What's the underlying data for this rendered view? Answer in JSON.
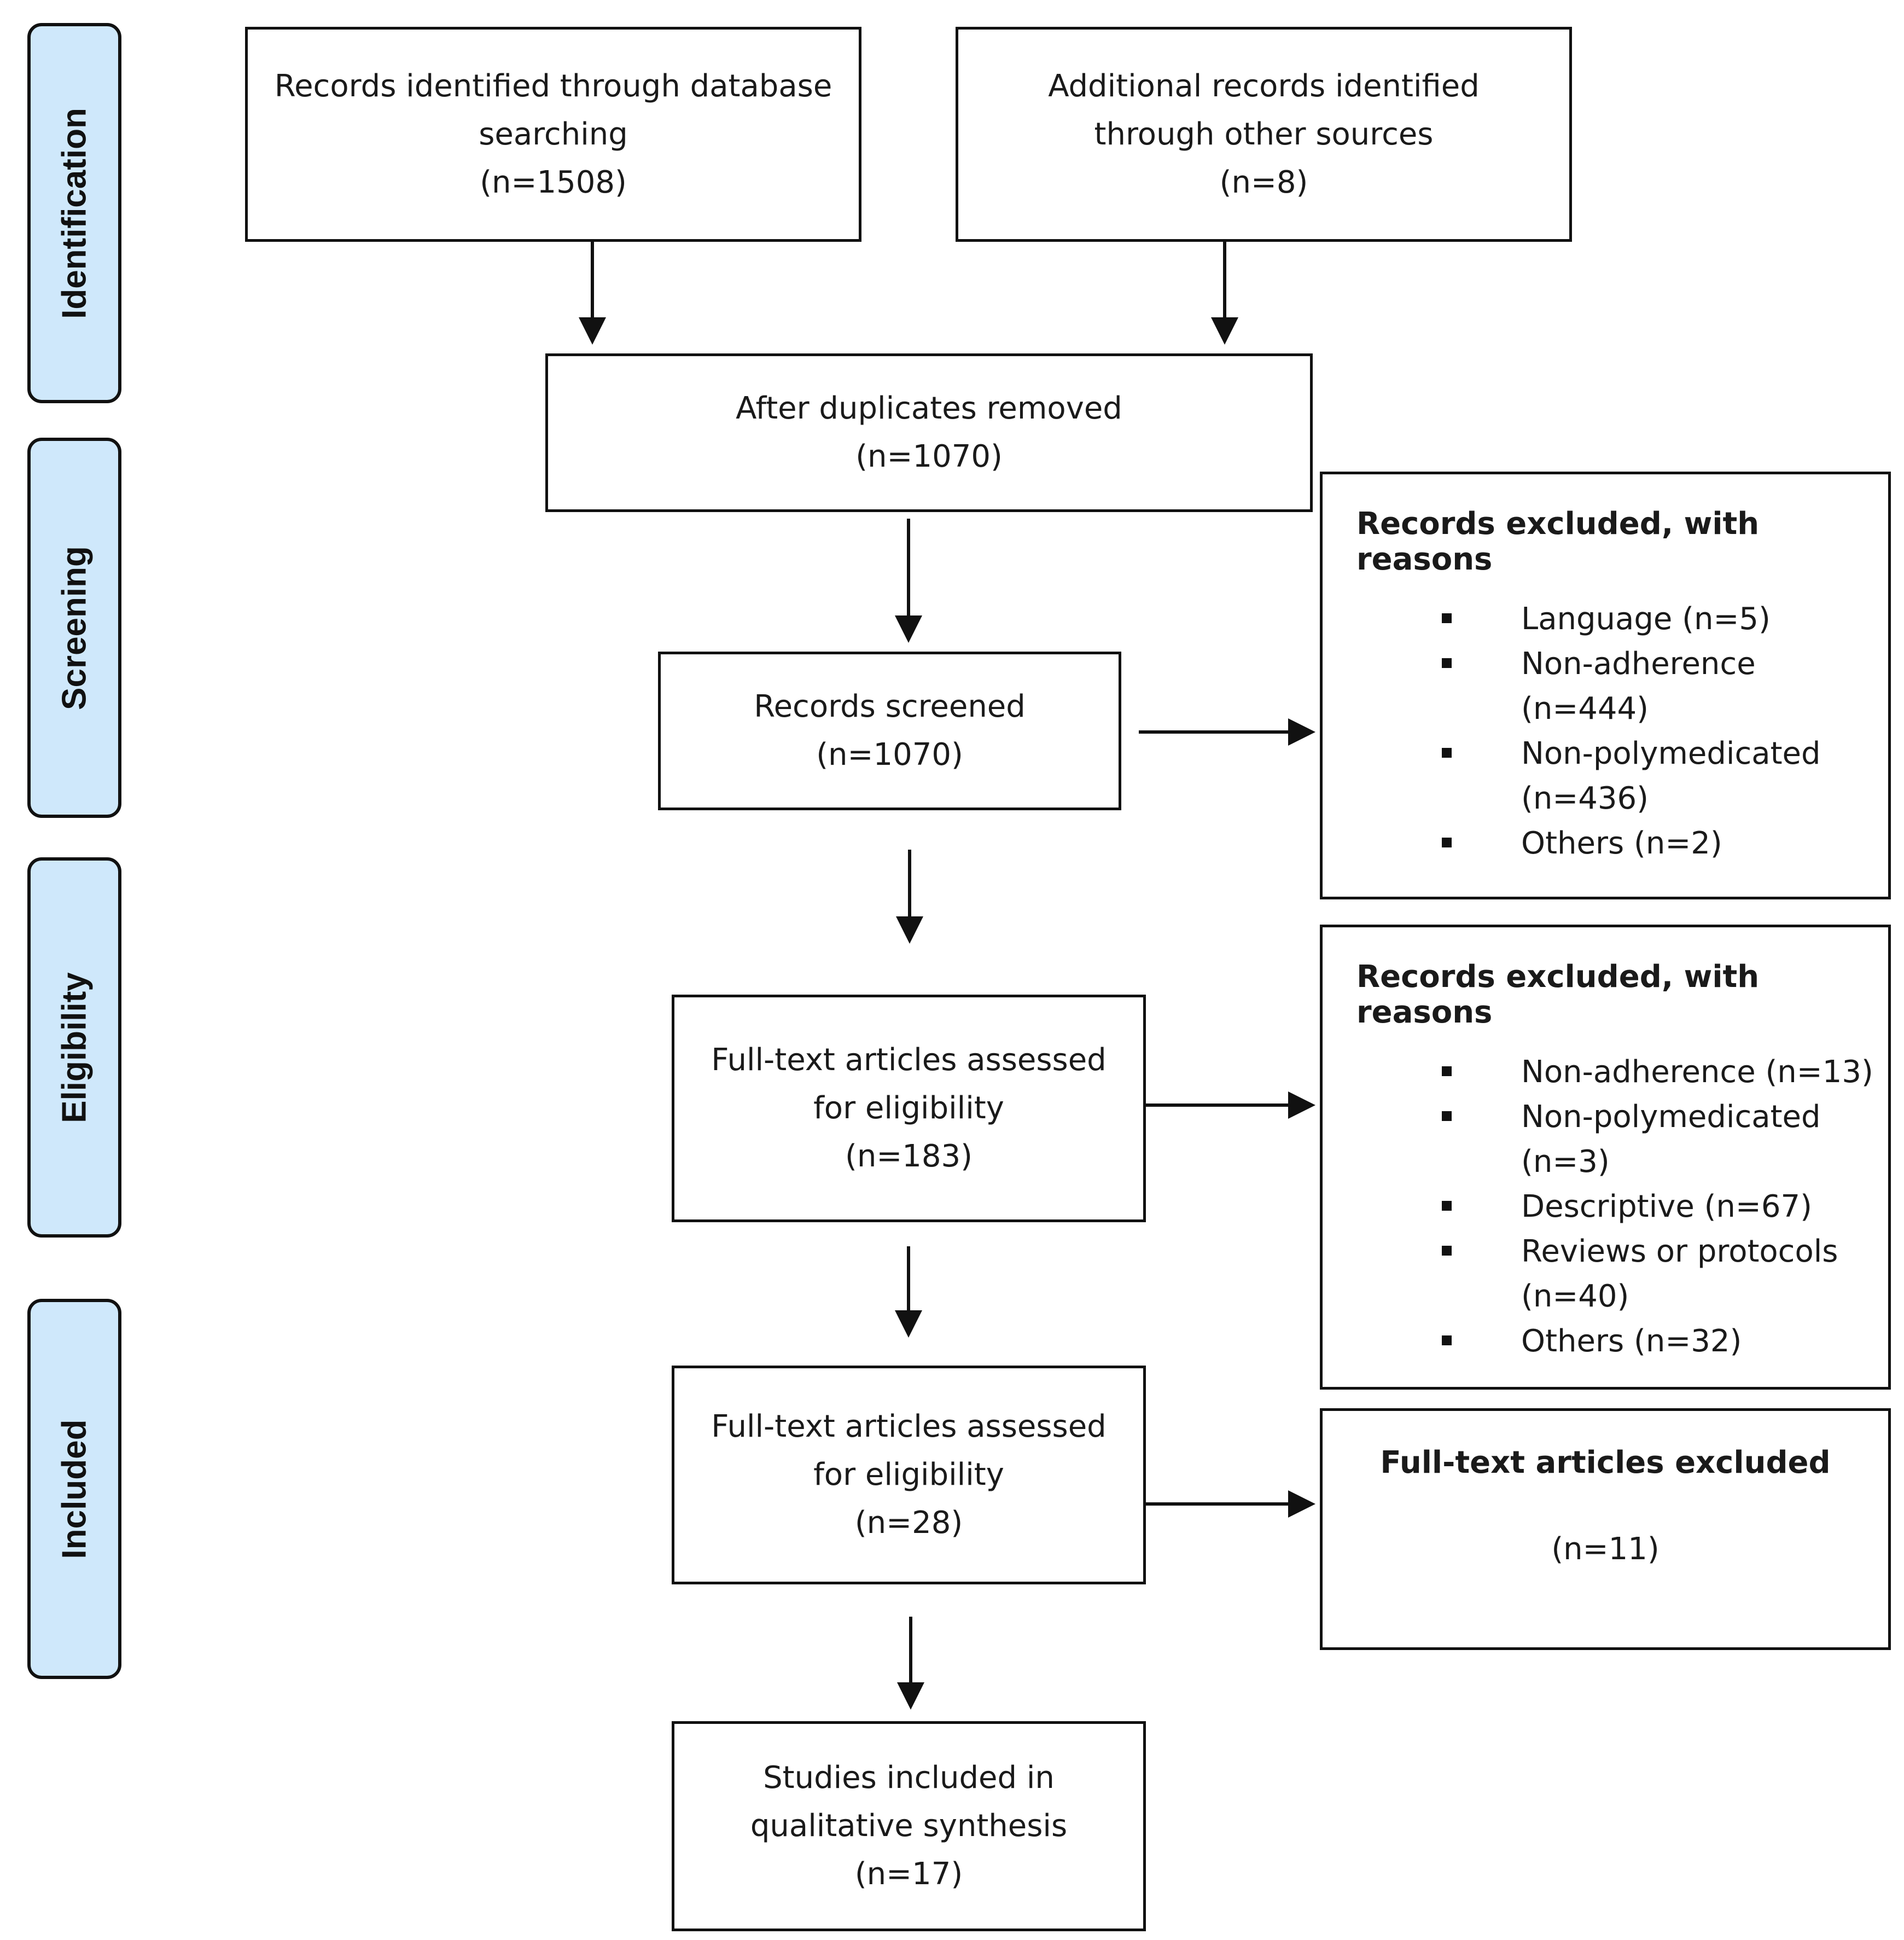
{
  "stages": {
    "identification": "Identification",
    "screening": "Screening",
    "eligibility": "Eligibility",
    "included": "Included"
  },
  "boxes": {
    "database": {
      "line1": "Records identified through database",
      "line2": "searching",
      "line3": "(n=1508)"
    },
    "other_sources": {
      "line1": "Additional records identified",
      "line2": "through other sources",
      "line3": "(n=8)"
    },
    "duplicates": {
      "line1": "After duplicates removed",
      "line2": "(n=1070)"
    },
    "screened": {
      "line1": "Records screened",
      "line2": "(n=1070)"
    },
    "fulltext_1": {
      "line1": "Full-text articles assessed",
      "line2": "for eligibility",
      "line3": "(n=183)"
    },
    "fulltext_2": {
      "line1": "Full-text articles assessed",
      "line2": "for eligibility",
      "line3": "(n=28)"
    },
    "included": {
      "line1": "Studies included in",
      "line2": "qualitative synthesis",
      "line3": "(n=17)"
    }
  },
  "exclusions": {
    "screening": {
      "title": "Records excluded, with reasons",
      "items": [
        {
          "line1": "Language (n=5)",
          "line2": ""
        },
        {
          "line1": "Non-adherence",
          "line2": "(n=444)"
        },
        {
          "line1": "Non-polymedicated",
          "line2": "(n=436)"
        },
        {
          "line1": "Others (n=2)",
          "line2": ""
        }
      ]
    },
    "eligibility": {
      "title": "Records excluded, with reasons",
      "items": [
        {
          "line1": "Non-adherence (n=13)",
          "line2": ""
        },
        {
          "line1": "Non-polymedicated",
          "line2": "(n=3)"
        },
        {
          "line1": "Descriptive (n=67)",
          "line2": ""
        },
        {
          "line1": "Reviews or protocols",
          "line2": "(n=40)"
        },
        {
          "line1": "Others (n=32)",
          "line2": ""
        }
      ]
    },
    "included": {
      "title": "Full-text articles excluded",
      "count": "(n=11)"
    }
  }
}
